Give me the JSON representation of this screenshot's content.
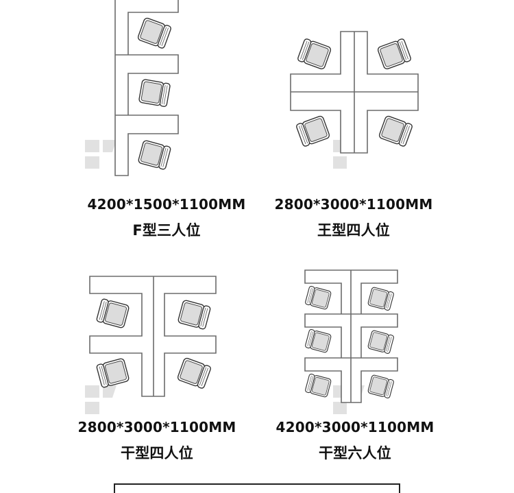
{
  "layouts": [
    {
      "size": "4200*1500*1100MM",
      "name": "F型三人位"
    },
    {
      "size": "2800*3000*1100MM",
      "name": "王型四人位"
    },
    {
      "size": "2800*3000*1100MM",
      "name": "干型四人位"
    },
    {
      "size": "4200*3000*1100MM",
      "name": "干型六人位"
    }
  ],
  "colors": {
    "line": "#6b6b6b",
    "seat": "#dcdcdc",
    "watermark": "#d9d9d9"
  }
}
